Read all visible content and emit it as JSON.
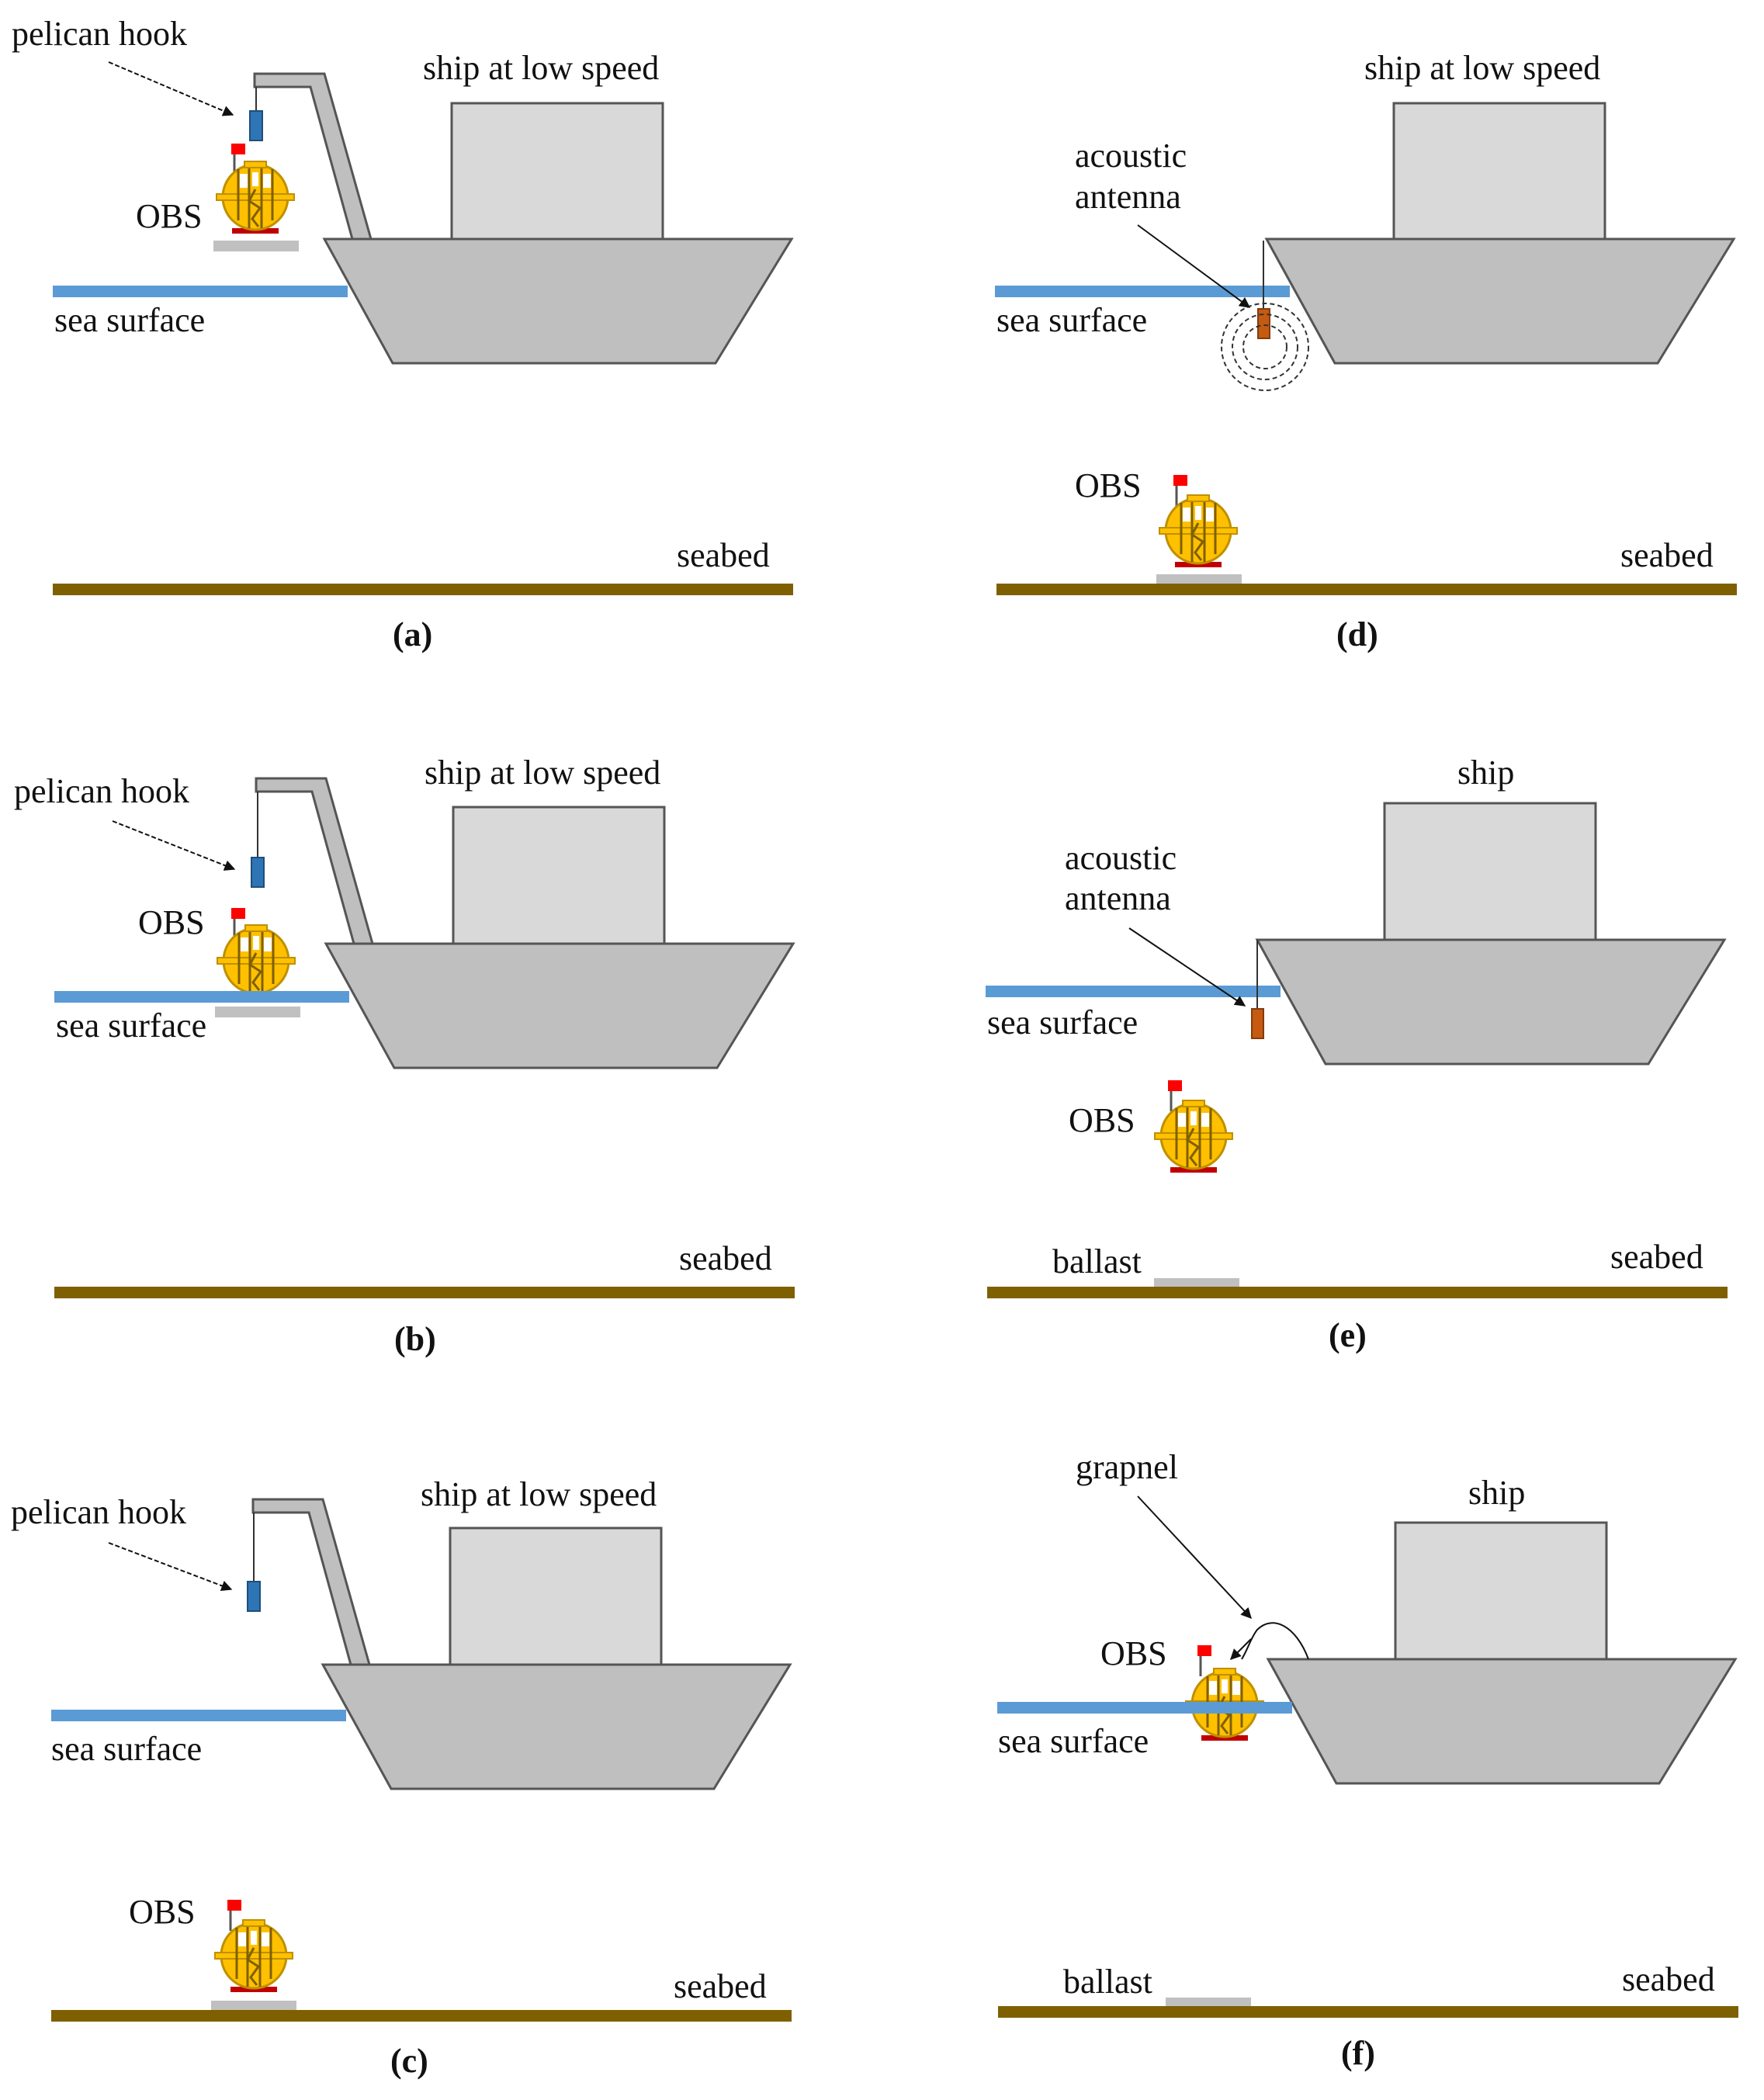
{
  "colors": {
    "sea": "#5b9bd5",
    "seabed": "#7f6000",
    "hull": "#bfbfbf",
    "cabin": "#d9d9d9",
    "crane": "#bfbfbf",
    "hook": "#2e75b6",
    "antenna": "#c55a11",
    "obs_body": "#ffc000",
    "flag": "#ff0000",
    "ballast": "#c0c0c0"
  },
  "panels": [
    {
      "id": "a",
      "caption": "(a)",
      "ship_label": "ship at low speed",
      "sea_label": "sea surface",
      "seabed_label": "seabed",
      "hook_label": "pelican hook",
      "obs_label": "OBS"
    },
    {
      "id": "b",
      "caption": "(b)",
      "ship_label": "ship at low speed",
      "sea_label": "sea surface",
      "seabed_label": "seabed",
      "hook_label": "pelican hook",
      "obs_label": "OBS"
    },
    {
      "id": "c",
      "caption": "(c)",
      "ship_label": "ship at low speed",
      "sea_label": "sea surface",
      "seabed_label": "seabed",
      "hook_label": "pelican hook",
      "obs_label": "OBS"
    },
    {
      "id": "d",
      "caption": "(d)",
      "ship_label": "ship at low speed",
      "sea_label": "sea surface",
      "seabed_label": "seabed",
      "antenna_label_1": "acoustic",
      "antenna_label_2": "antenna",
      "obs_label": "OBS"
    },
    {
      "id": "e",
      "caption": "(e)",
      "ship_label": "ship",
      "sea_label": "sea surface",
      "seabed_label": "seabed",
      "antenna_label_1": "acoustic",
      "antenna_label_2": "antenna",
      "obs_label": "OBS",
      "ballast_label": "ballast"
    },
    {
      "id": "f",
      "caption": "(f)",
      "ship_label": "ship",
      "sea_label": "sea surface",
      "seabed_label": "seabed",
      "grapnel_label": "grapnel",
      "obs_label": "OBS",
      "ballast_label": "ballast"
    }
  ]
}
